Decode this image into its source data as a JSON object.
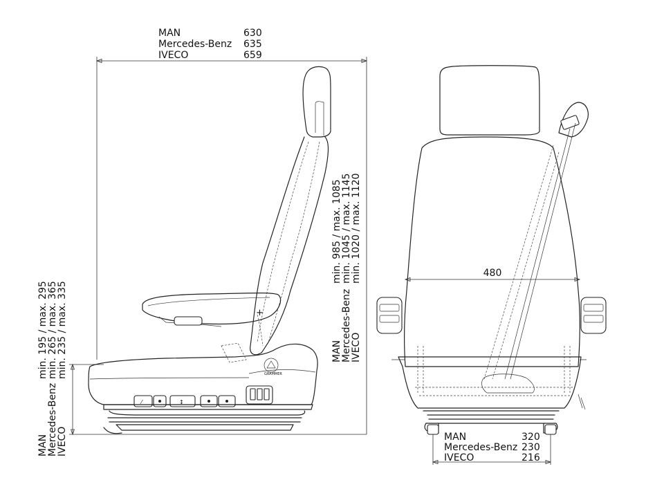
{
  "top_dims": {
    "rows": [
      {
        "brand": "MAN",
        "value": "630"
      },
      {
        "brand": "Mercedes-Benz",
        "value": "635"
      },
      {
        "brand": "IVECO",
        "value": "659"
      }
    ]
  },
  "left_dims": {
    "brands": [
      "MAN",
      "Mercedes-Benz",
      "IVECO"
    ],
    "ranges": [
      "min. 195 / max. 295",
      "min. 265 / max. 365",
      "min. 235 / max. 335"
    ]
  },
  "back_dims": {
    "brands": [
      "MAN",
      "Mercedes-Benz",
      "IVECO"
    ],
    "ranges": [
      "min. 985 / max. 1085",
      "min. 1045 / max. 1145",
      "min. 1020 / max. 1120"
    ]
  },
  "width_dim": {
    "value": "480"
  },
  "bottom_dims": {
    "rows": [
      {
        "brand": "MAN",
        "value": "320"
      },
      {
        "brand": "Mercedes-Benz",
        "value": "230"
      },
      {
        "brand": "IVECO",
        "value": "216"
      }
    ]
  }
}
